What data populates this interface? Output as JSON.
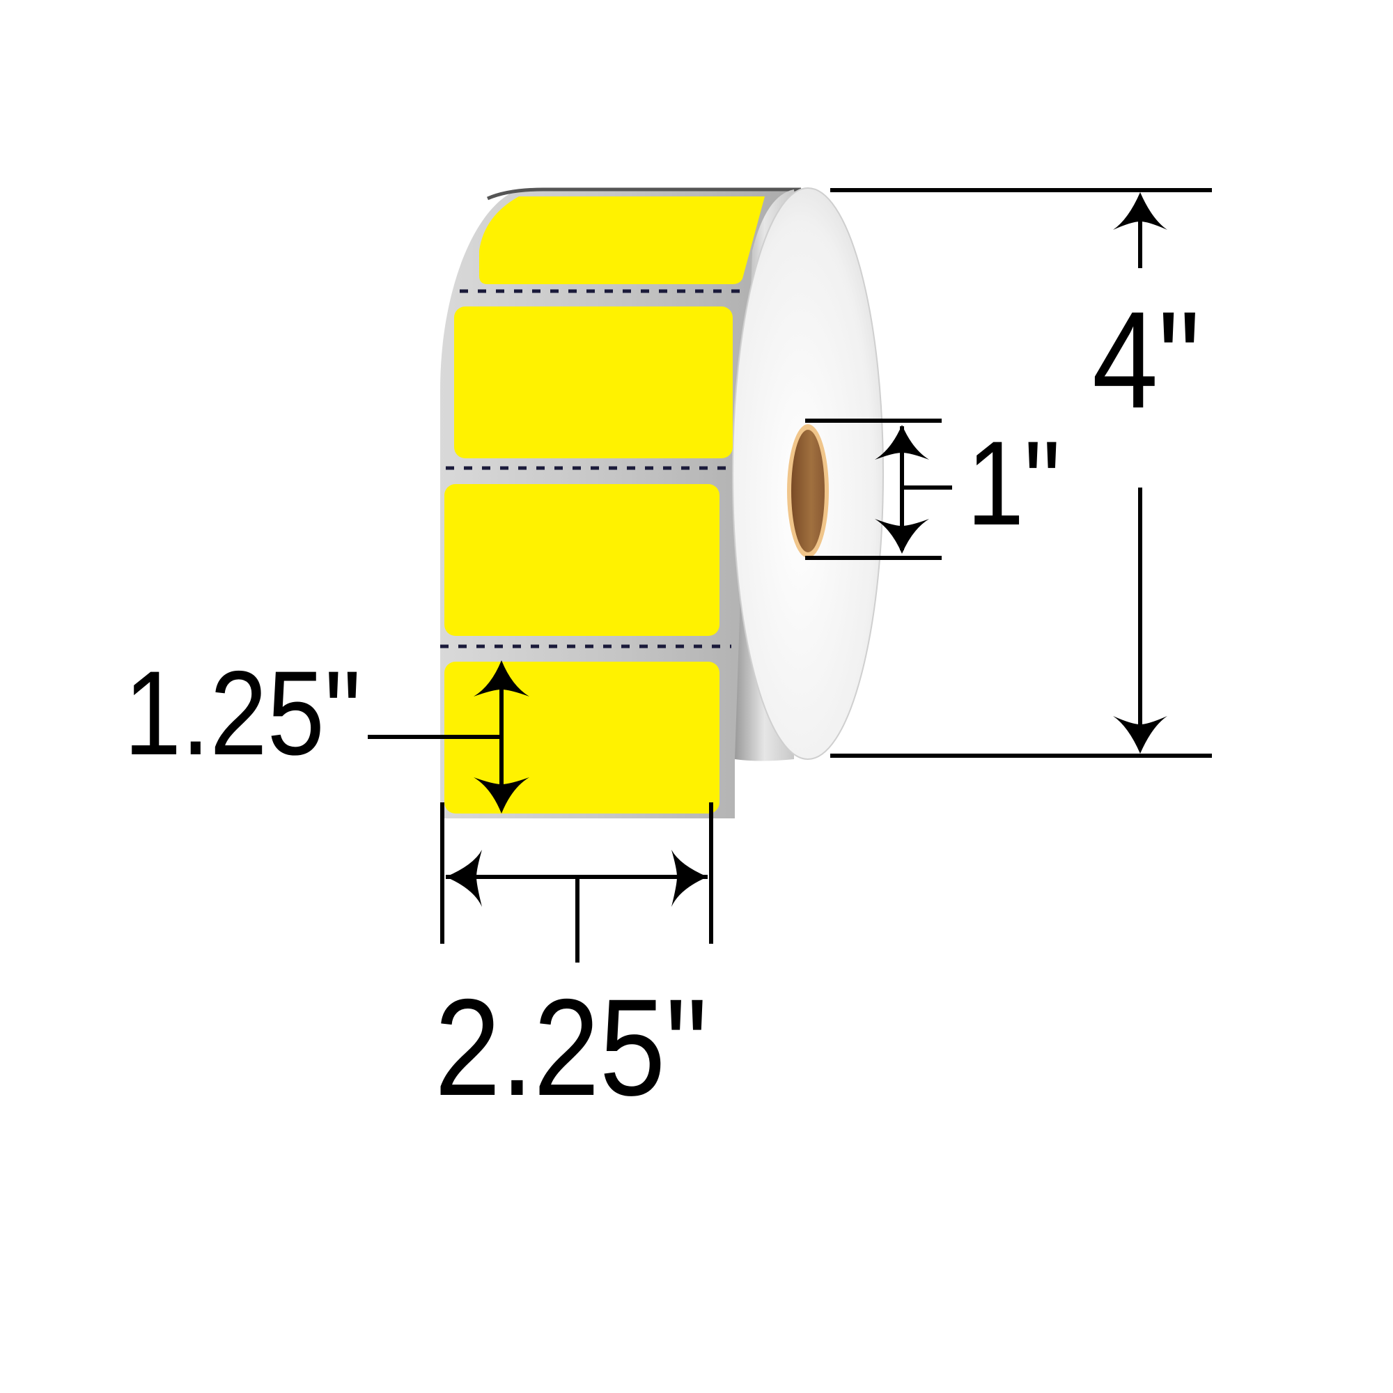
{
  "diagram": {
    "subject": "Label roll",
    "label_color": "#FFF200",
    "liner_color": "#B8B8B8",
    "roll_face_color": "#F2F2F2",
    "core_color": "#8A5A33",
    "core_rim_color": "#F0C58A",
    "dimension_line_color": "#000000"
  },
  "dimensions": {
    "roll_outer_diameter": {
      "label": "4\"",
      "value": 4,
      "unit": "in"
    },
    "core_inner_diameter": {
      "label": "1\"",
      "value": 1,
      "unit": "in"
    },
    "label_height": {
      "label": "1.25\"",
      "value": 1.25,
      "unit": "in"
    },
    "label_width": {
      "label": "2.25\"",
      "value": 2.25,
      "unit": "in"
    }
  },
  "labels_visible": 4
}
